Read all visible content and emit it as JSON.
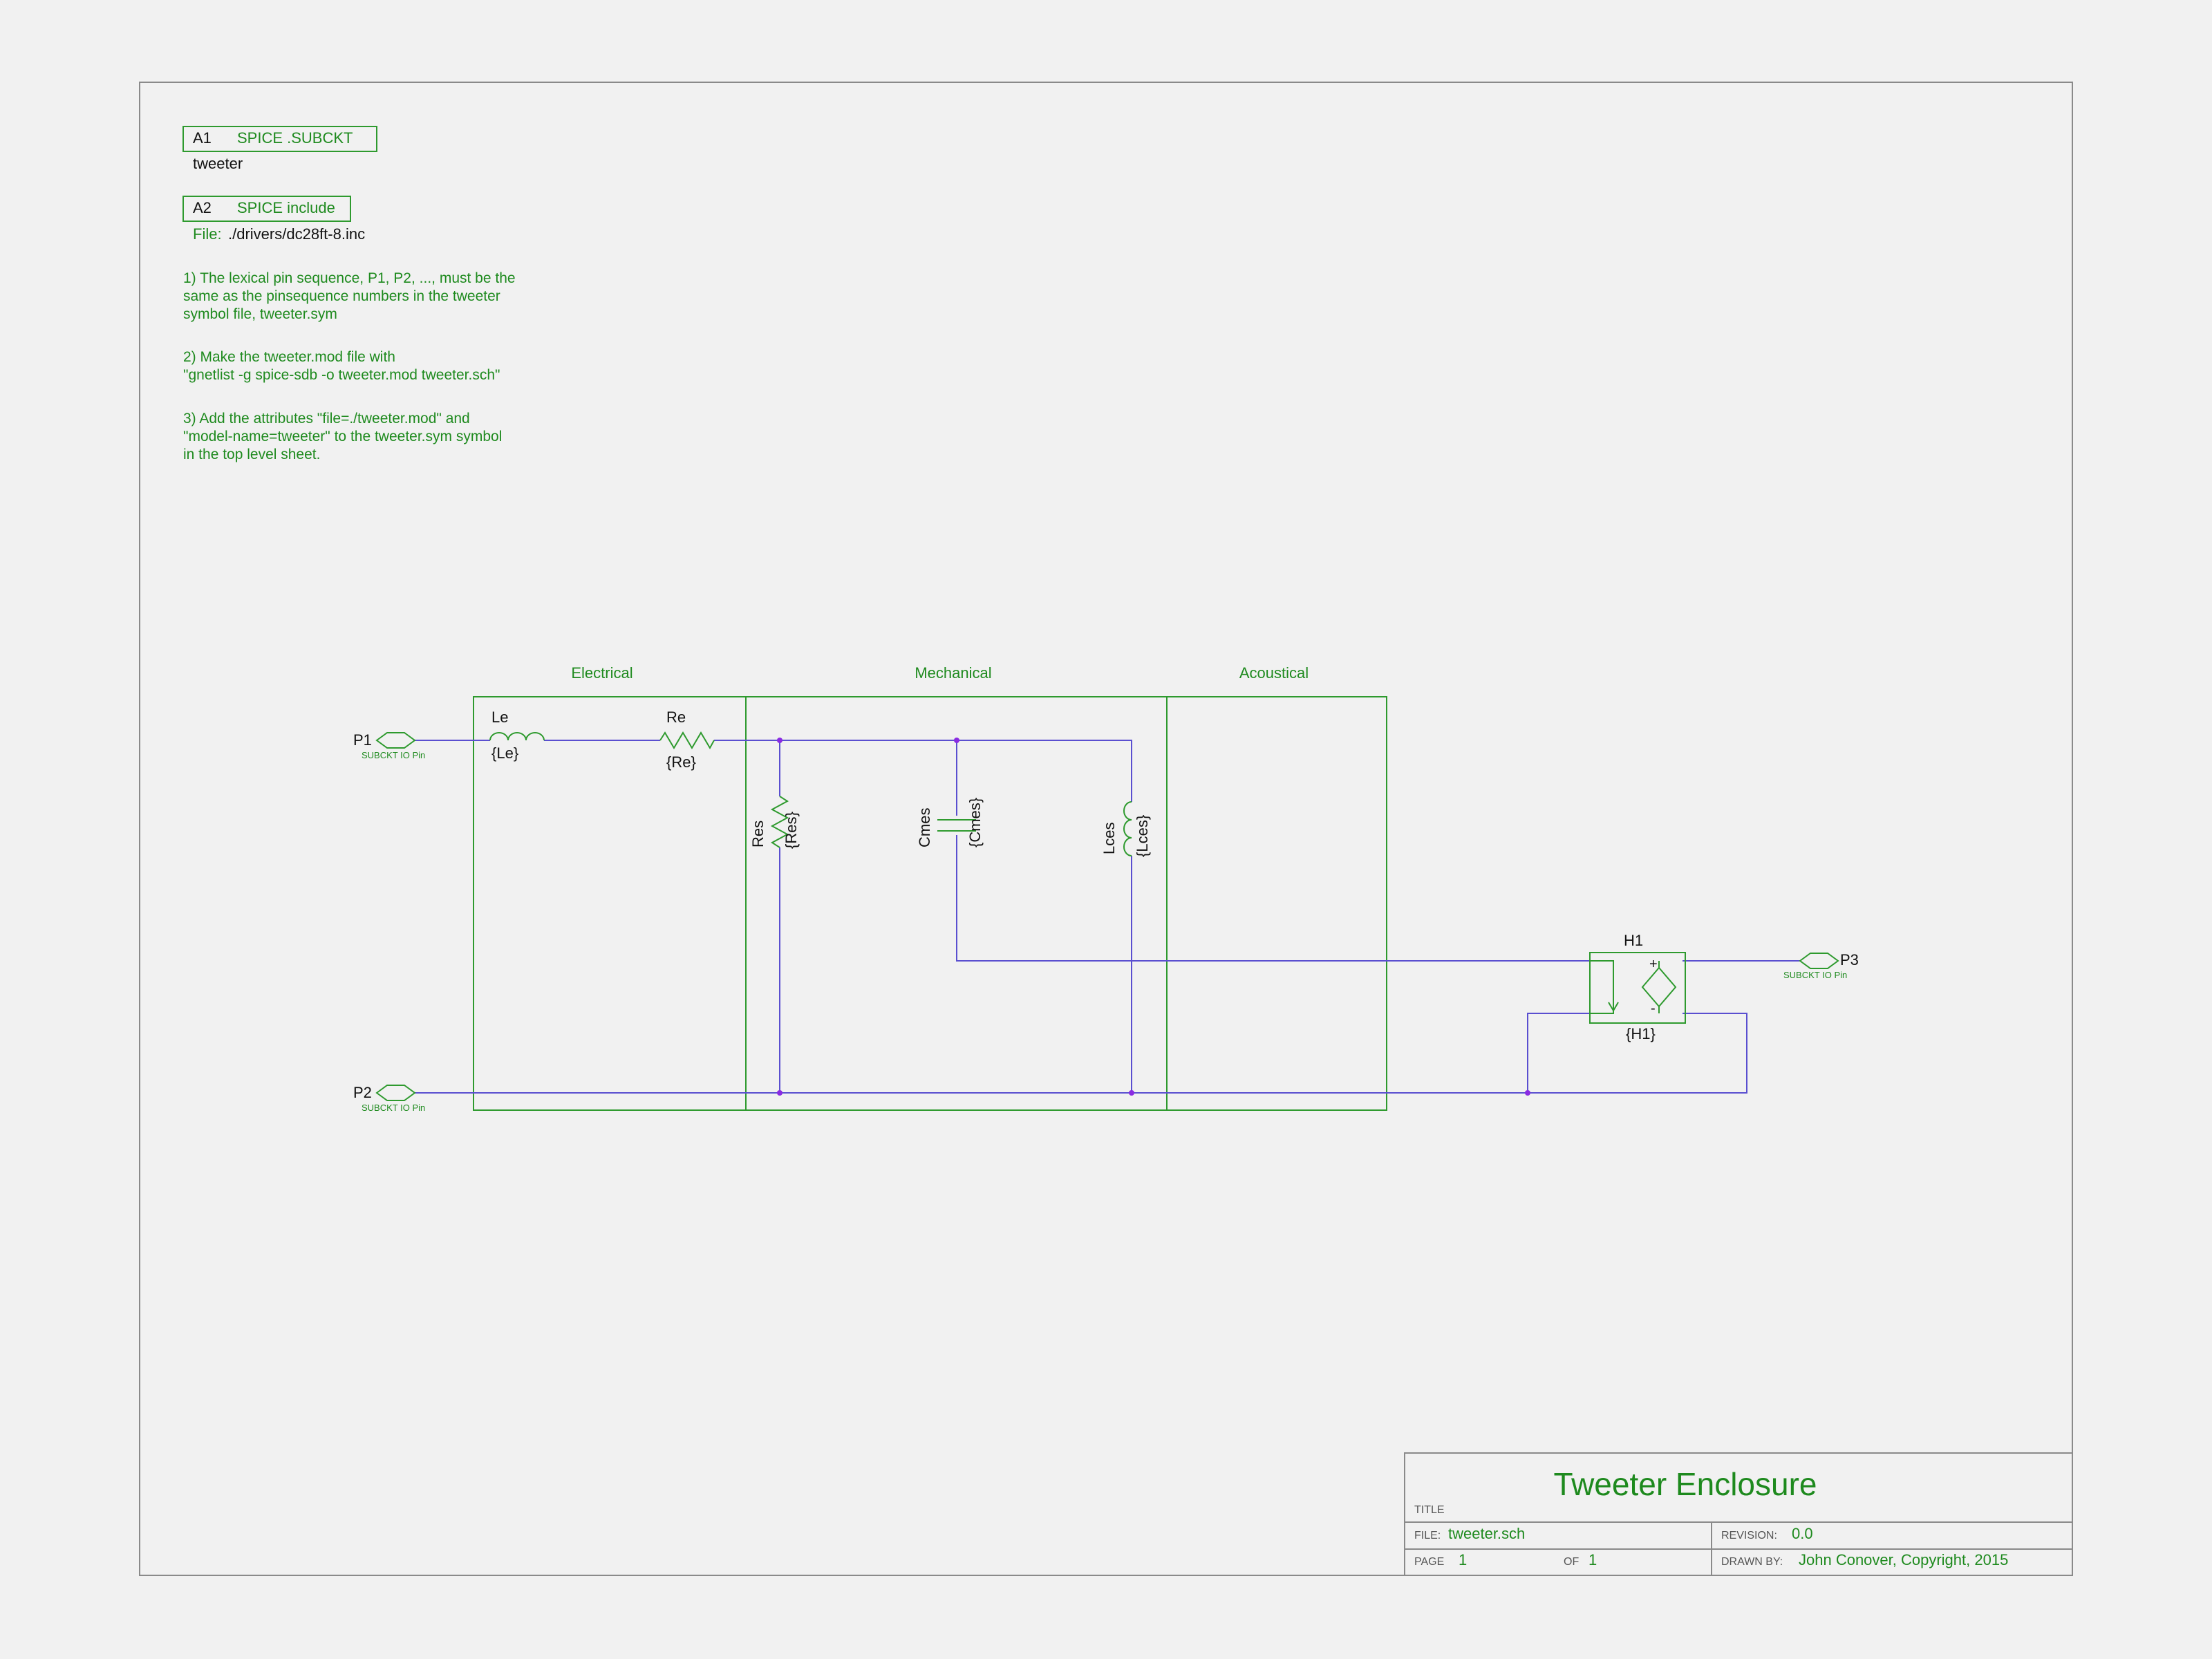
{
  "attributes": {
    "a1": {
      "refdes": "A1",
      "label": "SPICE .SUBCKT",
      "value": "tweeter"
    },
    "a2": {
      "refdes": "A2",
      "label": "SPICE include",
      "file_label": "File:",
      "file_value": "./drivers/dc28ft-8.inc"
    }
  },
  "notes": {
    "n1": [
      "1) The lexical pin sequence, P1, P2, ..., must be the",
      "same as the pinsequence numbers in the tweeter",
      "symbol file, tweeter.sym"
    ],
    "n2": [
      "2) Make the tweeter.mod file with",
      "\"gnetlist -g spice-sdb  -o tweeter.mod tweeter.sch\""
    ],
    "n3": [
      "3) Add the attributes \"file=./tweeter.mod\" and",
      "\"model-name=tweeter\" to the tweeter.sym symbol",
      "in the top level sheet."
    ]
  },
  "domains": {
    "electrical": "Electrical",
    "mechanical": "Mechanical",
    "acoustical": "Acoustical"
  },
  "pins": {
    "p1": {
      "name": "P1",
      "type": "SUBCKT IO Pin"
    },
    "p2": {
      "name": "P2",
      "type": "SUBCKT IO Pin"
    },
    "p3": {
      "name": "P3",
      "type": "SUBCKT IO Pin"
    }
  },
  "components": {
    "le": {
      "refdes": "Le",
      "value": "{Le}"
    },
    "re": {
      "refdes": "Re",
      "value": "{Re}"
    },
    "res": {
      "refdes": "Res",
      "value": "{Res}"
    },
    "cmes": {
      "refdes": "Cmes",
      "value": "{Cmes}"
    },
    "lces": {
      "refdes": "Lces",
      "value": "{Lces}"
    },
    "h1": {
      "refdes": "H1",
      "value": "{H1}",
      "plus": "+",
      "minus": "-"
    }
  },
  "title_block": {
    "title_label": "TITLE",
    "title": "Tweeter Enclosure",
    "file_label": "FILE:",
    "file": "tweeter.sch",
    "page_label": "PAGE",
    "page": "1",
    "of_label": "OF",
    "of": "1",
    "revision_label": "REVISION:",
    "revision": "0.0",
    "drawn_by_label": "DRAWN BY:",
    "drawn_by": "John Conover, Copyright, 2015"
  },
  "colors": {
    "text": "#1e8a1e",
    "component": "#2e9a2e",
    "wire": "#5a4fd0",
    "junction": "#8a2be2",
    "border": "#8a8a8a",
    "background": "#f1f1f1"
  }
}
